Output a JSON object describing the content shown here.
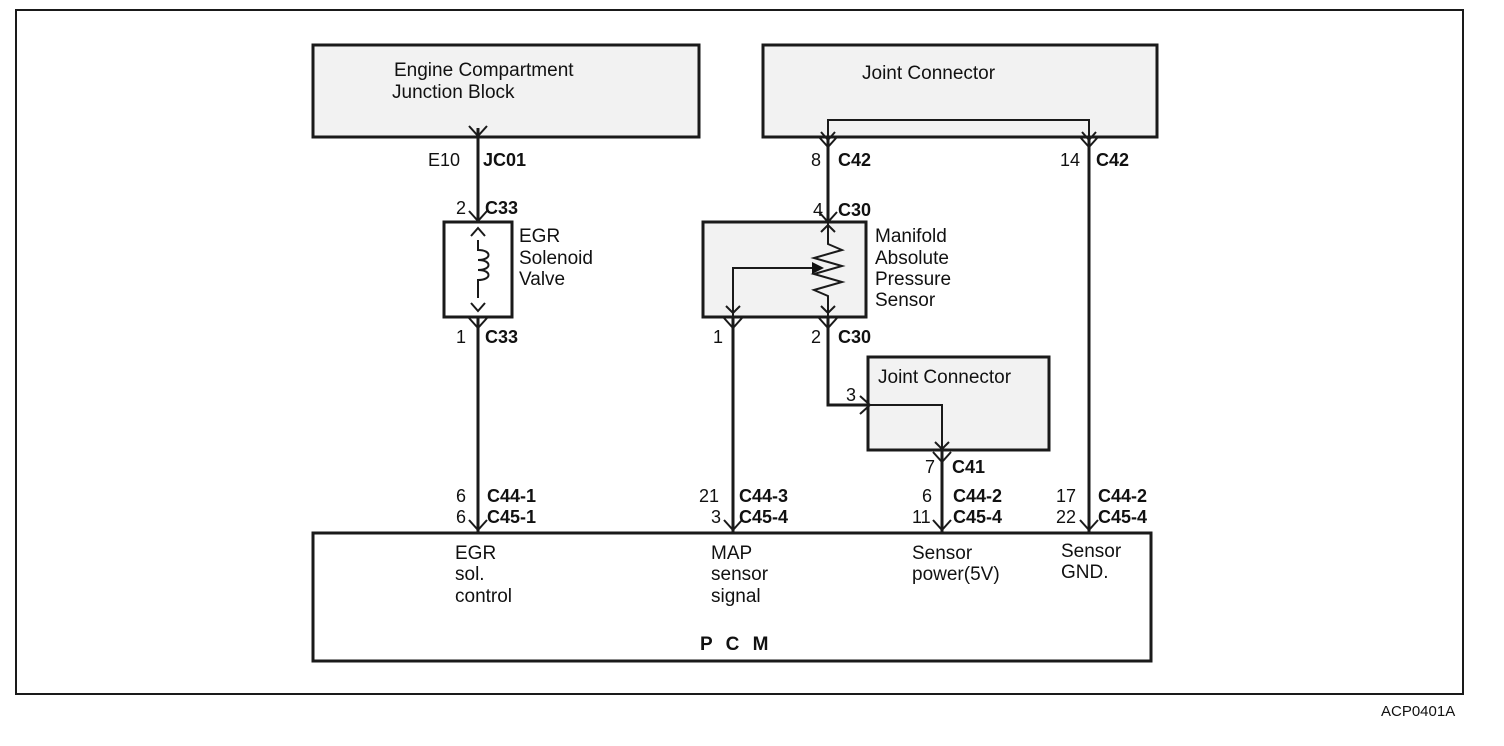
{
  "diagram": {
    "ref_code": "ACP0401A",
    "blocks": {
      "ecjb": [
        "Engine Compartment",
        "Junction Block"
      ],
      "joint_top": "Joint Connector",
      "joint_small": "Joint Connector",
      "pcm": "P C M"
    },
    "components": {
      "egr_valve": [
        "EGR",
        "Solenoid",
        "Valve"
      ],
      "map_sensor": [
        "Manifold",
        "Absolute",
        "Pressure",
        "Sensor"
      ]
    },
    "pins": {
      "e10": "E10",
      "jc01": "JC01",
      "c33_top_num": "2",
      "c33_top": "C33",
      "c33_bot_num": "1",
      "c33_bot": "C33",
      "c42_left_num": "8",
      "c42_left": "C42",
      "c42_right_num": "14",
      "c42_right": "C42",
      "c30_top_num": "4",
      "c30_top": "C30",
      "map_pin1": "1",
      "c30_bot_num": "2",
      "c30_bot": "C30",
      "jc_pin3": "3",
      "c41_num": "7",
      "c41": "C41",
      "egr_c44_num": "6",
      "egr_c44": "C44-1",
      "egr_c45_num": "6",
      "egr_c45": "C45-1",
      "map_c44_num": "21",
      "map_c44": "C44-3",
      "map_c45_num": "3",
      "map_c45": "C45-4",
      "pwr_c44_num": "6",
      "pwr_c44": "C44-2",
      "pwr_c45_num": "11",
      "pwr_c45": "C45-4",
      "gnd_c44_num": "17",
      "gnd_c44": "C44-2",
      "gnd_c45_num": "22",
      "gnd_c45": "C45-4"
    },
    "pcm_labels": {
      "egr": [
        "EGR",
        "sol.",
        "control"
      ],
      "map": [
        "MAP",
        "sensor",
        "signal"
      ],
      "power": [
        "Sensor",
        "power(5V)"
      ],
      "gnd": [
        "Sensor",
        "GND."
      ]
    }
  }
}
